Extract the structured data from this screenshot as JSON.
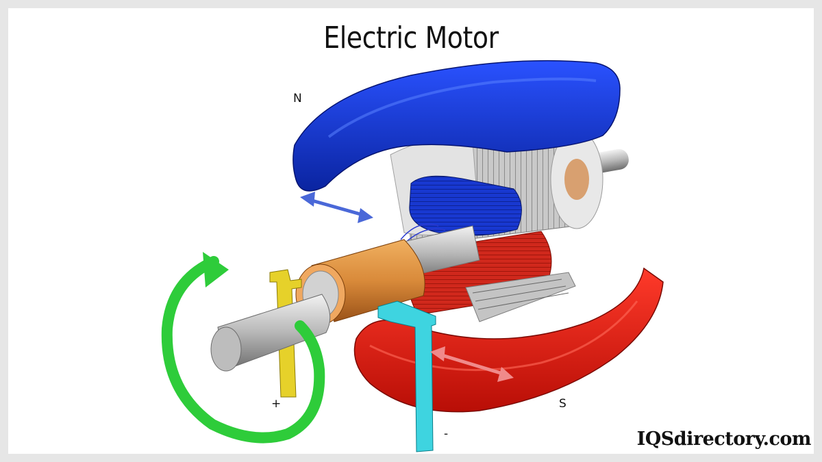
{
  "title": "Electric Motor",
  "labels": {
    "north_pole": "N",
    "south_pole": "S",
    "positive_terminal": "+",
    "negative_terminal": "-"
  },
  "watermark": "IQSdirectory.com",
  "colors": {
    "north_magnet": "#1238c8",
    "south_magnet": "#e0180c",
    "commutator": "#d9893a",
    "rotation_arrow": "#2ecc3a",
    "positive_brush": "#e6d12a",
    "negative_brush": "#3ed4e0",
    "blue_arrow": "#4a68d8",
    "pink_arrow": "#f08a8a"
  }
}
